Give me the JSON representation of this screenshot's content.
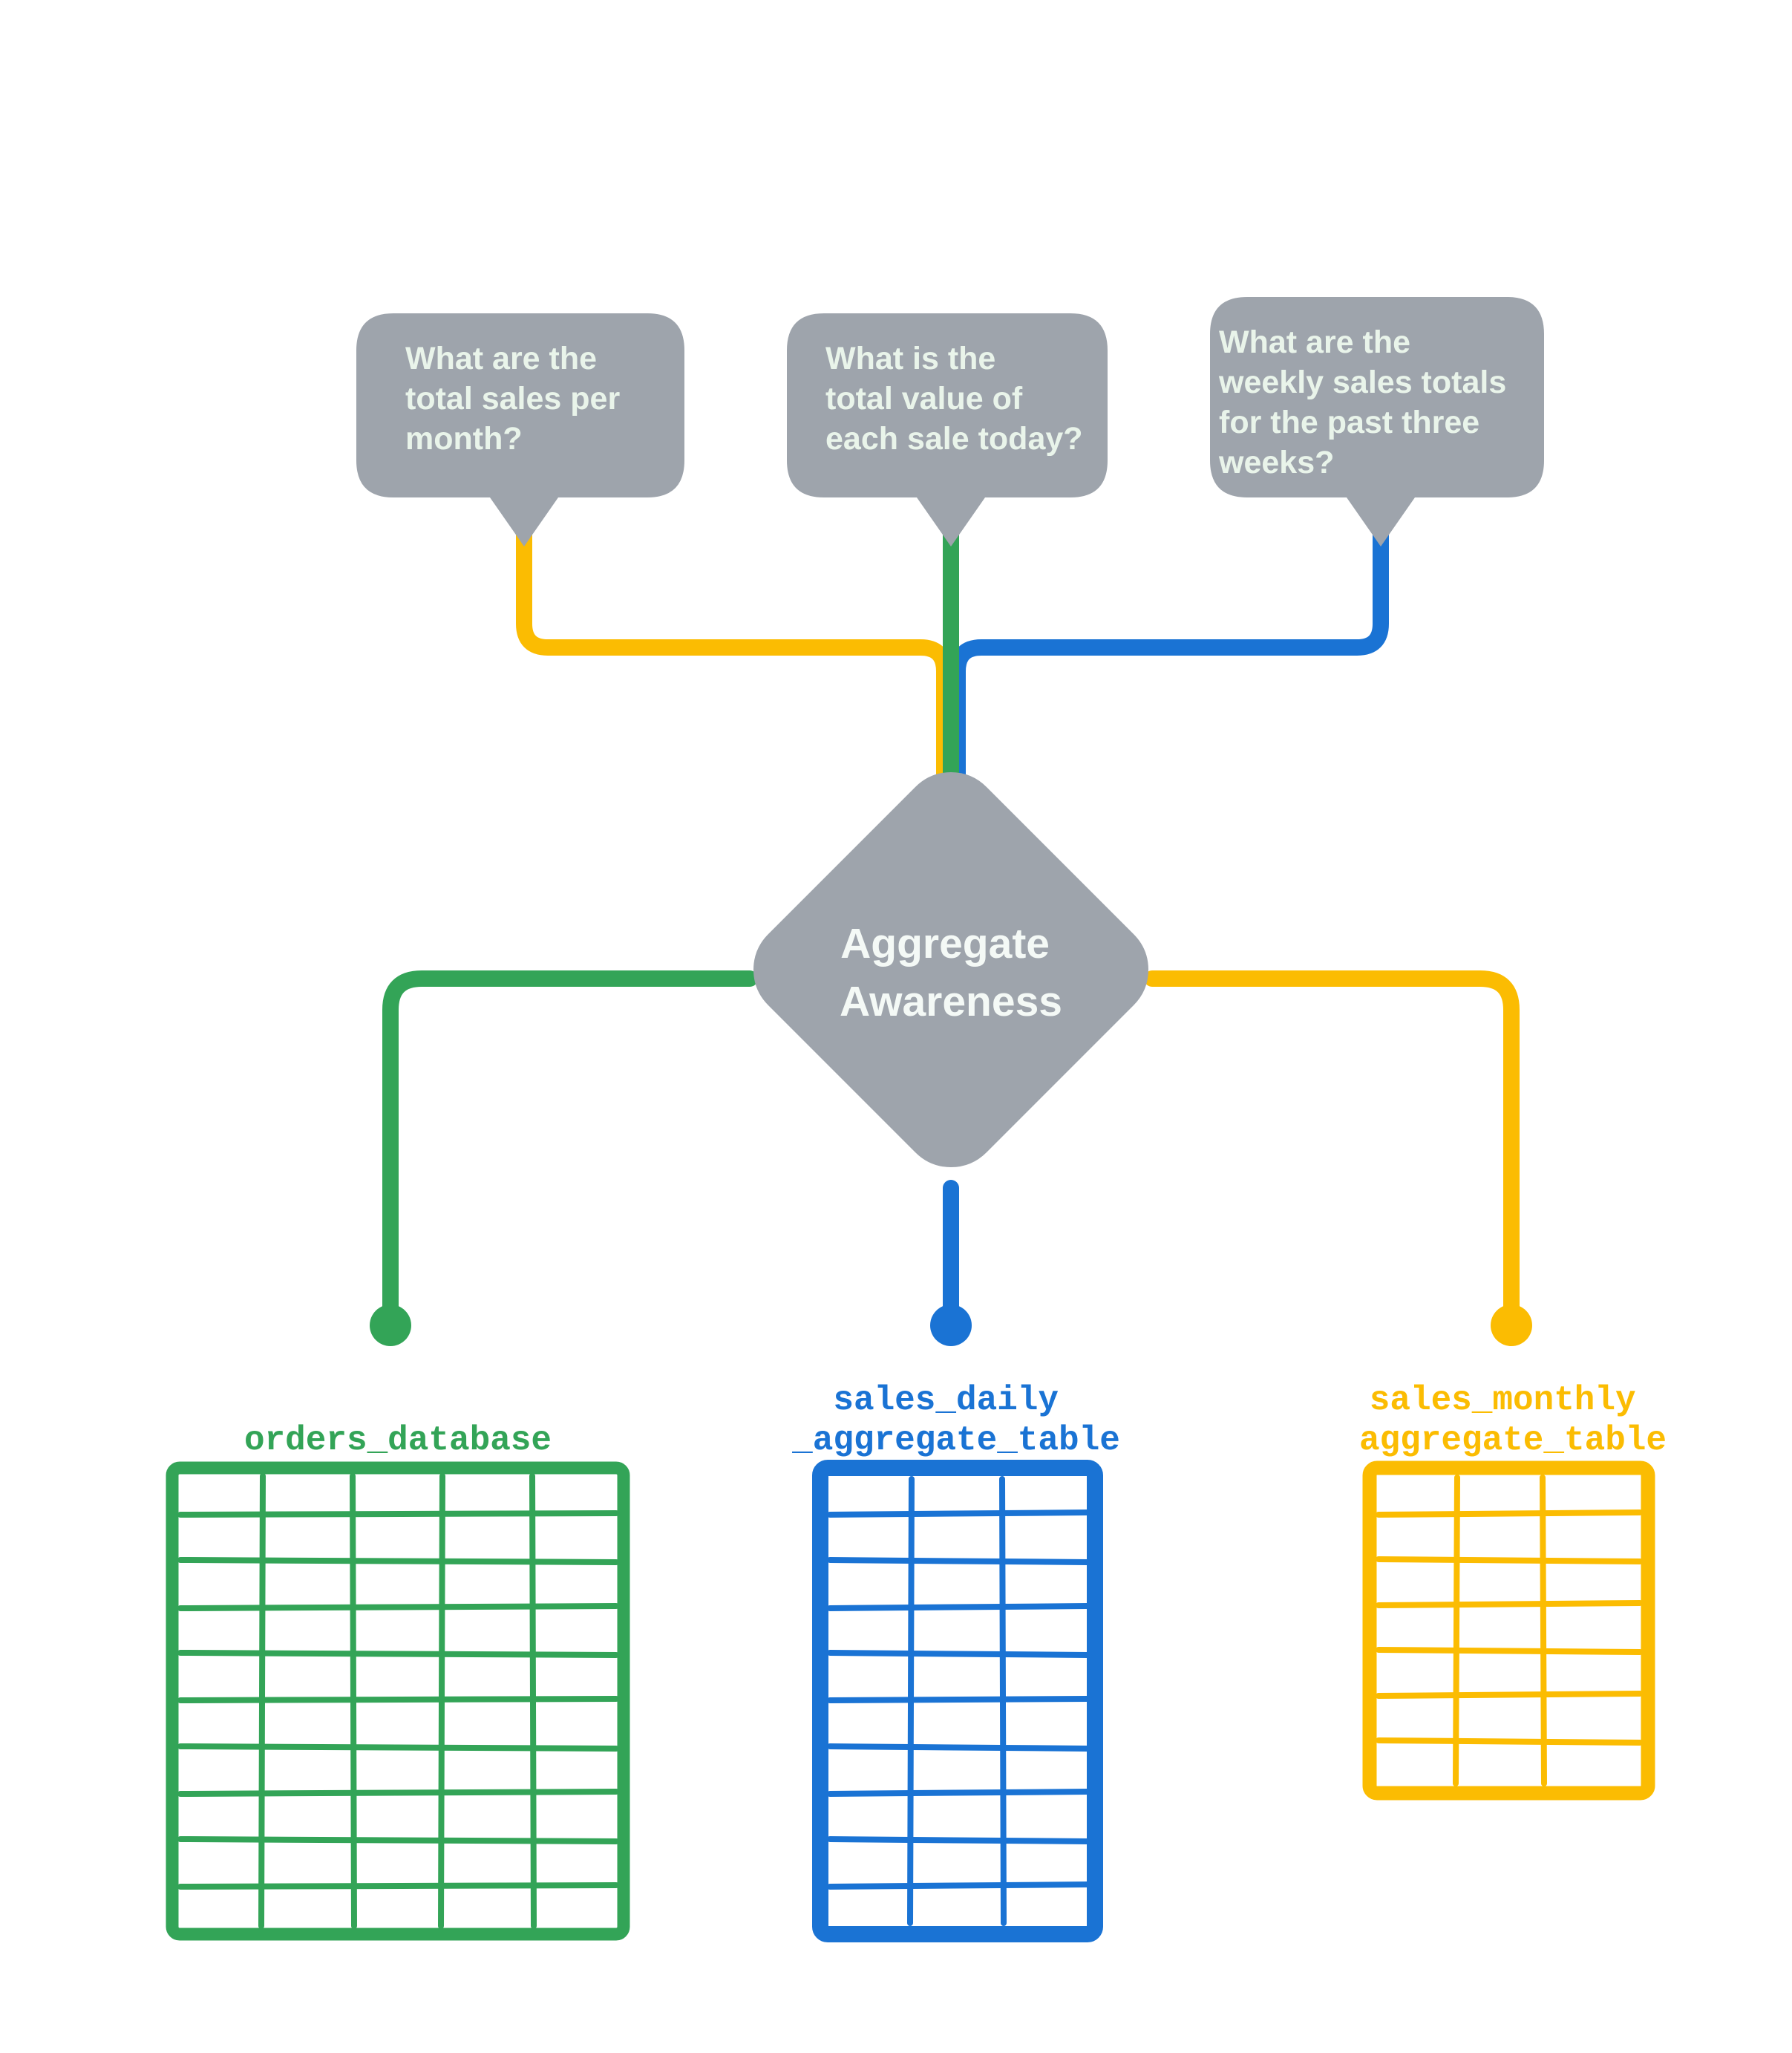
{
  "diagram": {
    "title": "Aggregate Awareness",
    "background_color": "#ffffff",
    "bubble_fill": "#9ea4ac",
    "bubble_text_color": "#e9f4ea",
    "diamond_fill": "#9ea4ac",
    "diamond_text_color": "#f4f9f6",
    "colors": {
      "green": "#33a457",
      "blue": "#1a73d4",
      "yellow": "#fbbc02",
      "gray": "#9ea4ac"
    }
  },
  "questions": [
    {
      "id": "monthly",
      "connector_color": "#fbbc02",
      "lines": [
        "What are the",
        "total sales per",
        "month?"
      ]
    },
    {
      "id": "daily",
      "connector_color": "#33a457",
      "lines": [
        "What is the",
        "total value of",
        "each sale today?"
      ]
    },
    {
      "id": "weekly",
      "connector_color": "#1a73d4",
      "lines": [
        "What are the",
        "weekly sales totals",
        "for the past three",
        "weeks?"
      ]
    }
  ],
  "hub": {
    "label_line_1": "Aggregate",
    "label_line_2": "Awareness"
  },
  "tables": [
    {
      "id": "orders-database",
      "color": "#33a457",
      "label_lines": [
        "orders_database"
      ],
      "columns": 5,
      "rows": 10
    },
    {
      "id": "sales-daily-aggregate-table",
      "color": "#1a73d4",
      "label_lines": [
        "sales_daily",
        "_aggregate_table"
      ],
      "columns": 3,
      "rows": 10
    },
    {
      "id": "sales-monthly-aggregate-table",
      "color": "#fbbc02",
      "label_lines": [
        "sales_monthly",
        "aggregate_table"
      ],
      "columns": 3,
      "rows": 7
    }
  ]
}
